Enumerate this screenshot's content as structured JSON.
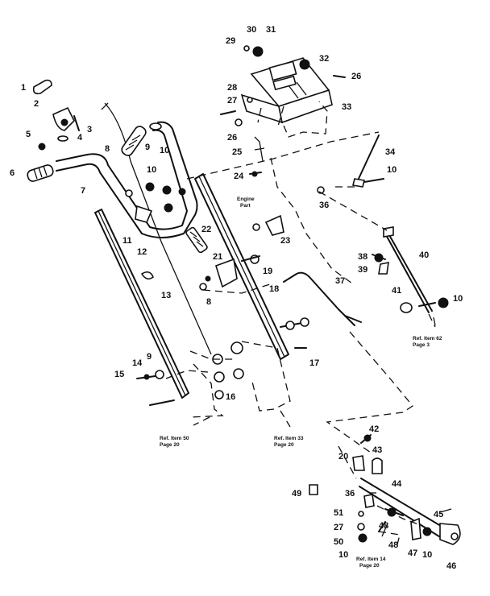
{
  "callouts": [
    "1",
    "2",
    "3",
    "4",
    "5",
    "6",
    "7",
    "8",
    "9",
    "10",
    "11",
    "12",
    "13",
    "14",
    "15",
    "16",
    "17",
    "18",
    "19",
    "20",
    "21",
    "22",
    "23",
    "24",
    "25",
    "26",
    "27",
    "28",
    "29",
    "30",
    "31",
    "32",
    "33",
    "34",
    "36",
    "37",
    "38",
    "39",
    "40",
    "41",
    "42",
    "43",
    "44",
    "45",
    "46",
    "47",
    "48",
    "49",
    "50",
    "51"
  ],
  "labels": {
    "n1": "1",
    "n2": "2",
    "n3": "3",
    "n4": "4",
    "n5": "5",
    "n6": "6",
    "n7": "7",
    "n8a": "8",
    "n8b": "8",
    "n9a": "9",
    "n9b": "9",
    "n10a": "10",
    "n10b": "10",
    "n10c": "10",
    "n10d": "10",
    "n10e": "10",
    "n10f": "10",
    "n11": "11",
    "n12": "12",
    "n13": "13",
    "n14": "14",
    "n15": "15",
    "n16": "16",
    "n17": "17",
    "n18": "18",
    "n19": "19",
    "n20": "20",
    "n21": "21",
    "n22": "22",
    "n23": "23",
    "n24": "24",
    "n25": "25",
    "n26a": "26",
    "n26b": "26",
    "n27a": "27",
    "n27b": "27",
    "n28": "28",
    "n29": "29",
    "n30": "30",
    "n31": "31",
    "n32": "32",
    "n33": "33",
    "n34": "34",
    "n36a": "36",
    "n36b": "36",
    "n37": "37",
    "n38": "38",
    "n39": "39",
    "n40": "40",
    "n41": "41",
    "n42": "42",
    "n43": "43",
    "n44": "44",
    "n45": "45",
    "n46": "46",
    "n47": "47",
    "n48a": "48",
    "n48b": "48",
    "n49": "49",
    "n50": "50",
    "n51": "51",
    "engine1": "Engine",
    "engine2": "Part",
    "ref50a": "Ref. Item 50",
    "ref50b": "Page 20",
    "ref33a": "Ref. Item 33",
    "ref33b": "Page 20",
    "ref62a": "Ref. Item 62",
    "ref62b": "Page 3",
    "ref14a": "Ref. Item 14",
    "ref14b": "Page 20"
  }
}
